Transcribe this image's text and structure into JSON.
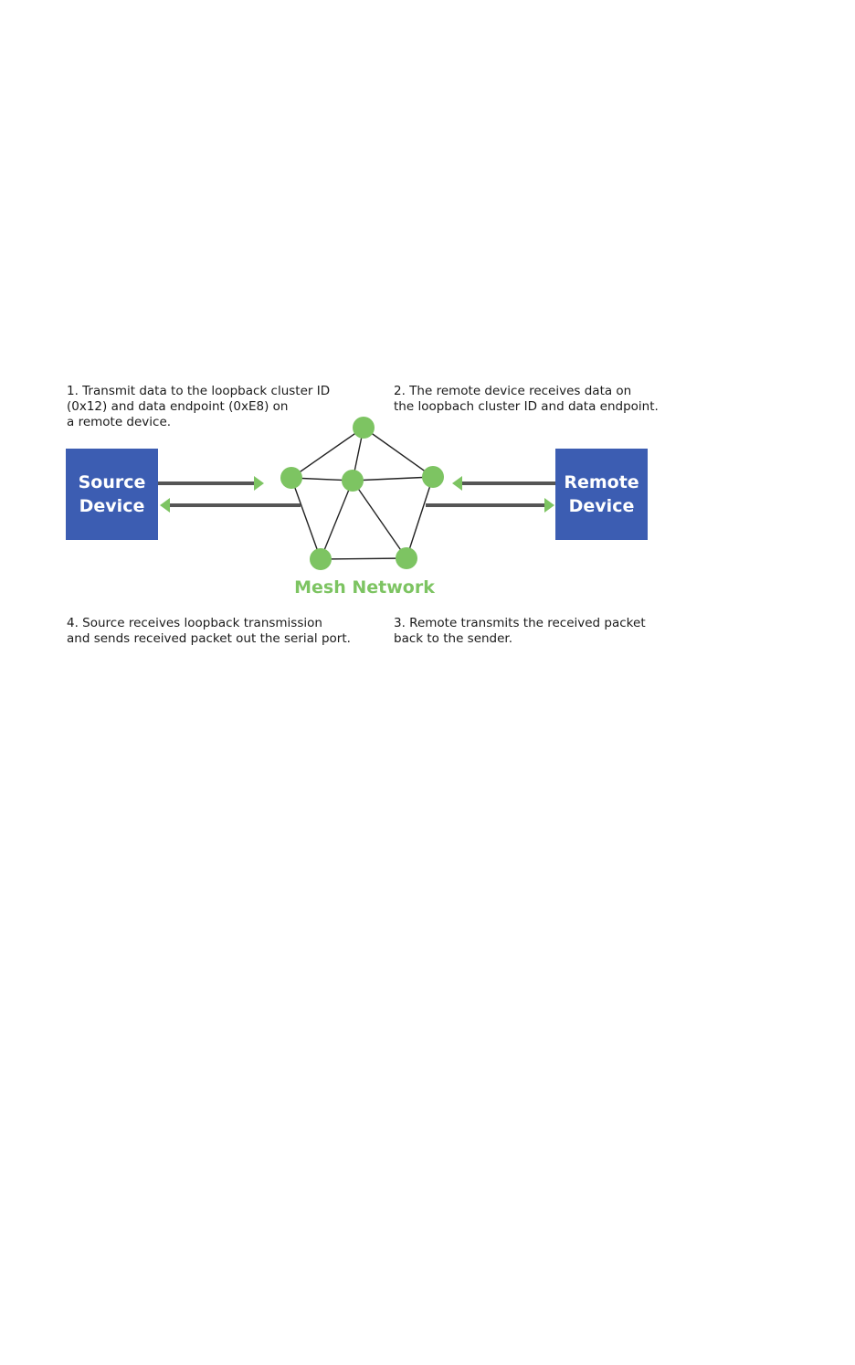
{
  "steps": {
    "step1": [
      "1. Transmit data to the loopback cluster ID",
      "(0x12) and data endpoint (0xE8) on",
      "a remote device."
    ],
    "step2": [
      "2. The remote device receives data on",
      "the loopbach cluster ID and data endpoint."
    ],
    "step3": [
      "3. Remote transmits the received packet",
      "back to the sender."
    ],
    "step4": [
      "4. Source receives loopback transmission",
      "and sends received packet out the serial port."
    ]
  },
  "devices": {
    "source": [
      "Source",
      "Device"
    ],
    "remote": [
      "Remote",
      "Device"
    ]
  },
  "mesh": {
    "label": "Mesh Network",
    "nodes": [
      "top",
      "left",
      "center",
      "right",
      "bottom-left",
      "bottom-right"
    ],
    "links": [
      [
        "top",
        "left"
      ],
      [
        "top",
        "center"
      ],
      [
        "top",
        "right"
      ],
      [
        "left",
        "center"
      ],
      [
        "center",
        "right"
      ],
      [
        "left",
        "bottom-left"
      ],
      [
        "center",
        "bottom-left"
      ],
      [
        "center",
        "bottom-right"
      ],
      [
        "right",
        "bottom-right"
      ],
      [
        "bottom-left",
        "bottom-right"
      ]
    ]
  },
  "colors": {
    "device_fill": "#3c5db2",
    "node_fill": "#7dc462",
    "arrow_shaft": "#555555",
    "arrow_head": "#7dc462",
    "mesh_label": "#7dc462"
  }
}
